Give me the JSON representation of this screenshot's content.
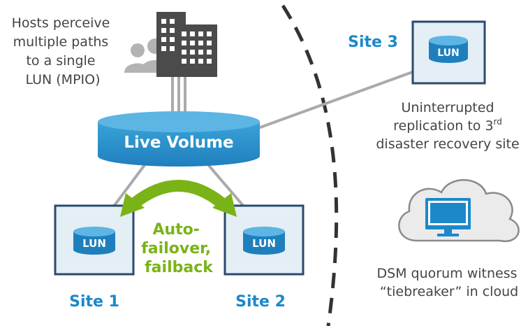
{
  "hosts_caption": [
    "Hosts perceive",
    "multiple paths",
    "to a single",
    "LUN (MPIO)"
  ],
  "live_volume_label": "Live Volume",
  "lun_label": "LUN",
  "sites": {
    "site1": "Site 1",
    "site2": "Site 2",
    "site3": "Site 3"
  },
  "failover_label": [
    "Auto-",
    "failover,",
    "failback"
  ],
  "replication_caption": {
    "line1": "Uninterrupted",
    "line2_prefix": "replication to 3",
    "line2_sup": "rd",
    "line3": "disaster recovery site"
  },
  "witness_caption": [
    "DSM quorum witness",
    "“tiebreaker” in cloud"
  ],
  "icons": [
    "users-icon",
    "building-icon",
    "database-icon",
    "cloud-icon",
    "monitor-icon",
    "bidirectional-arrow-icon"
  ],
  "colors": {
    "accent_blue": "#1d88c9",
    "failover_green": "#7ab317",
    "caption_gray": "#444444",
    "site_box_fill": "#e3eef5",
    "site_box_border": "#2b4a6e",
    "cylinder_blue": "#2a93cc"
  }
}
